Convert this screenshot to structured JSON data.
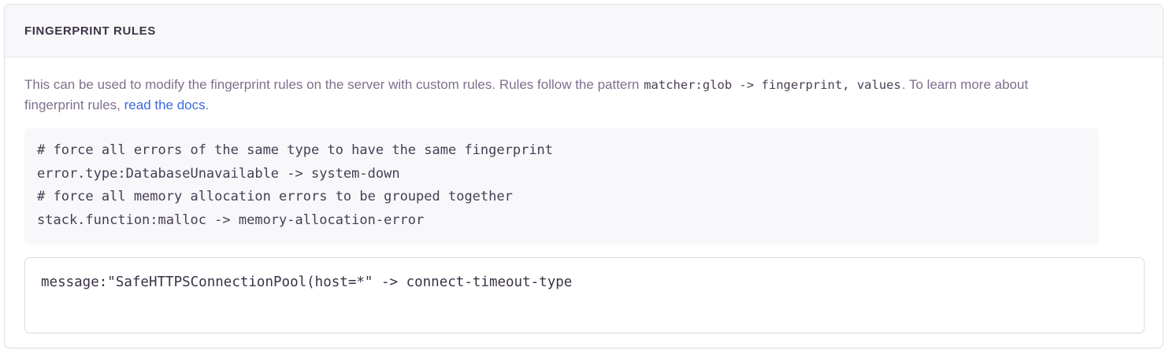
{
  "panel": {
    "title": "FINGERPRINT RULES",
    "description": {
      "part1": "This can be used to modify the fingerprint rules on the server with custom rules. Rules follow the pattern ",
      "inline_code": "matcher:glob -> fingerprint, values",
      "part2": ". To learn more about fingerprint rules, ",
      "link_label": "read the docs",
      "part3": "."
    },
    "example_block": "# force all errors of the same type to have the same fingerprint\nerror.type:DatabaseUnavailable -> system-down\n# force all memory allocation errors to be grouped together\nstack.function:malloc -> memory-allocation-error",
    "rules_input": {
      "value": "message:\"SafeHTTPSConnectionPool(host=*\" -> connect-timeout-type",
      "placeholder": ""
    }
  },
  "colors": {
    "panel_border": "#e2e0eb",
    "header_background": "#f8f8fb",
    "title_text": "#3e3446",
    "body_text": "#7f6f8d",
    "link": "#3b6ae0",
    "code_background": "#f8f8fb",
    "code_text": "#463d52",
    "input_border": "#ddd9e6"
  }
}
